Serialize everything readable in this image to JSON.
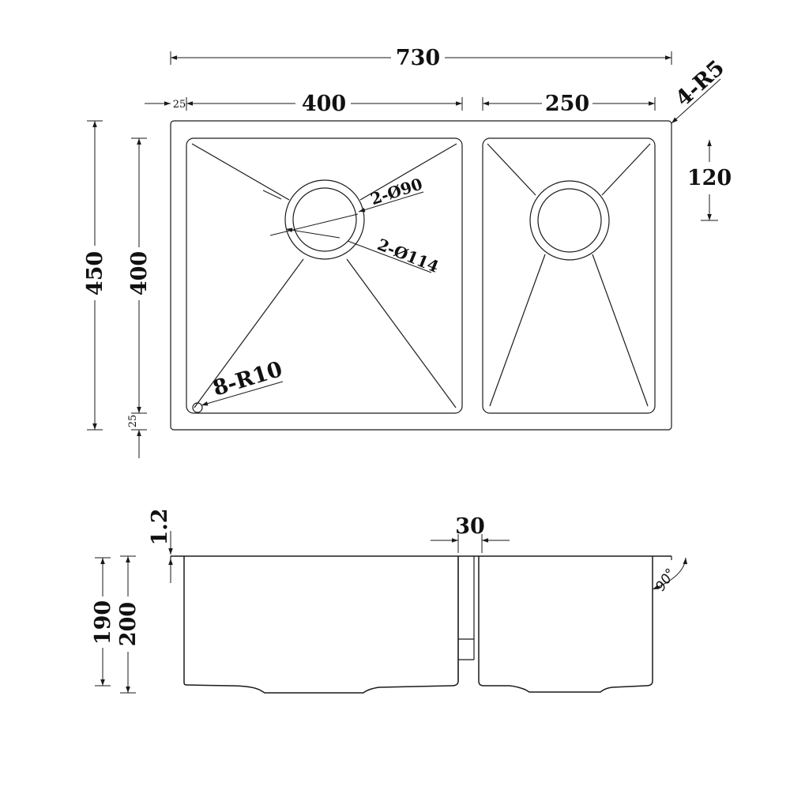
{
  "top_view": {
    "overall_width": "730",
    "left_margin": "25",
    "left_bowl_width": "400",
    "right_bowl_width": "250",
    "corner_radius_outer": "4-R5",
    "right_drain_offset": "120",
    "overall_depth": "450",
    "bowl_depth": "400",
    "bottom_margin": "25",
    "drain_inner": "2-Ø90",
    "drain_outer": "2-Ø114",
    "corner_radius_inner": "8-R10"
  },
  "side_view": {
    "thickness": "1.2",
    "divider_width": "30",
    "depth_inner": "190",
    "depth_outer": "200",
    "angle": "90°"
  }
}
